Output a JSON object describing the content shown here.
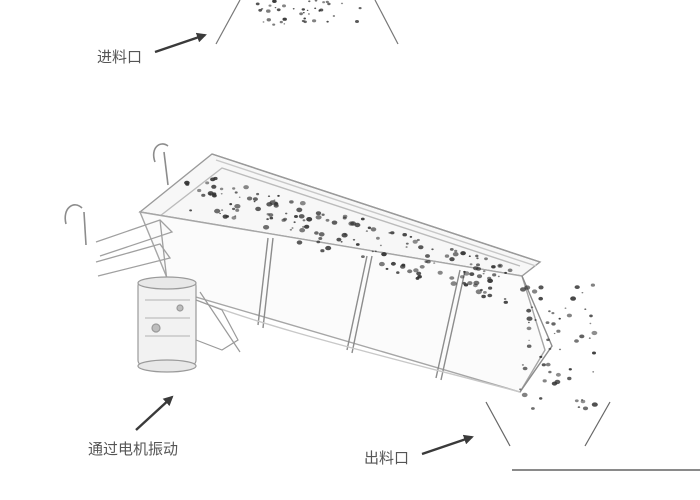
{
  "labels": {
    "inlet": "进料口",
    "motor": "通过电机振动",
    "outlet": "出料口"
  },
  "colors": {
    "arrow": "#3a3a3a",
    "label_text": "#555555",
    "sketch_line": "#8c8c8c",
    "sketch_light": "#c8c8c8",
    "ore": "#333333",
    "background": "#ffffff"
  },
  "icons": {
    "arrow": "arrow-icon",
    "feeder": "vibrating-feeder-illustration"
  }
}
